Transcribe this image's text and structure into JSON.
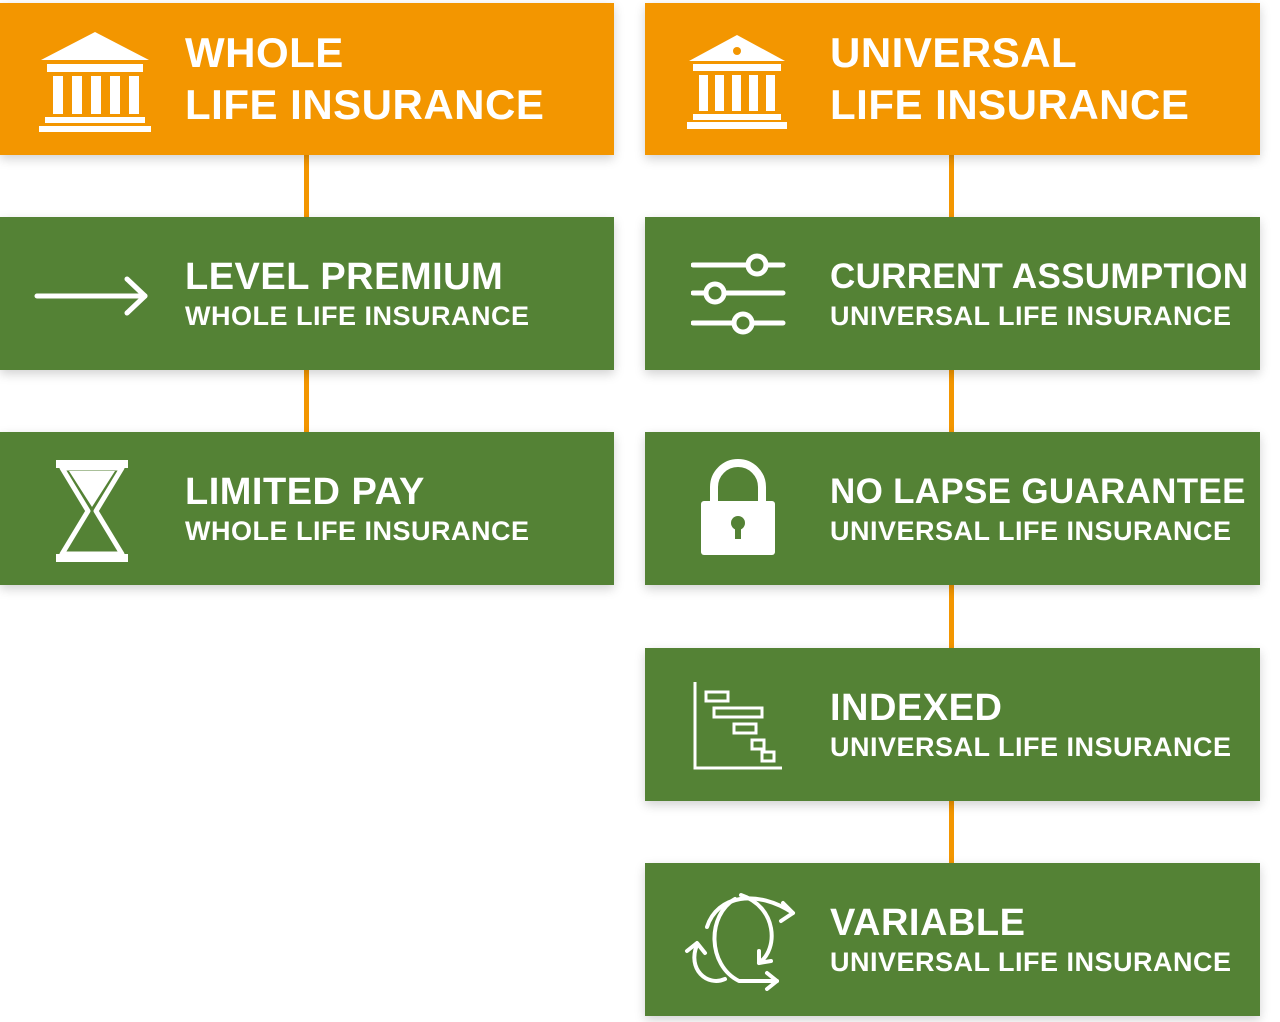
{
  "whole": {
    "header": {
      "line1": "WHOLE",
      "line2": "LIFE INSURANCE",
      "icon": "bank-icon"
    },
    "items": [
      {
        "title": "LEVEL PREMIUM",
        "subtitle": "WHOLE LIFE INSURANCE",
        "icon": "arrow-right-icon"
      },
      {
        "title": "LIMITED PAY",
        "subtitle": "WHOLE LIFE INSURANCE",
        "icon": "hourglass-icon"
      }
    ]
  },
  "universal": {
    "header": {
      "line1": "UNIVERSAL",
      "line2": "LIFE INSURANCE",
      "icon": "bank-icon"
    },
    "items": [
      {
        "title": "CURRENT ASSUMPTION",
        "subtitle": "UNIVERSAL LIFE INSURANCE",
        "icon": "sliders-icon"
      },
      {
        "title": "NO LAPSE GUARANTEE",
        "subtitle": "UNIVERSAL LIFE INSURANCE",
        "icon": "padlock-icon"
      },
      {
        "title": "INDEXED",
        "subtitle": "UNIVERSAL LIFE INSURANCE",
        "icon": "gantt-chart-icon"
      },
      {
        "title": "VARIABLE",
        "subtitle": "UNIVERSAL LIFE INSURANCE",
        "icon": "curved-arrows-icon"
      }
    ]
  },
  "colors": {
    "orange": "#f39600",
    "green": "#548235",
    "text": "#ffffff"
  }
}
